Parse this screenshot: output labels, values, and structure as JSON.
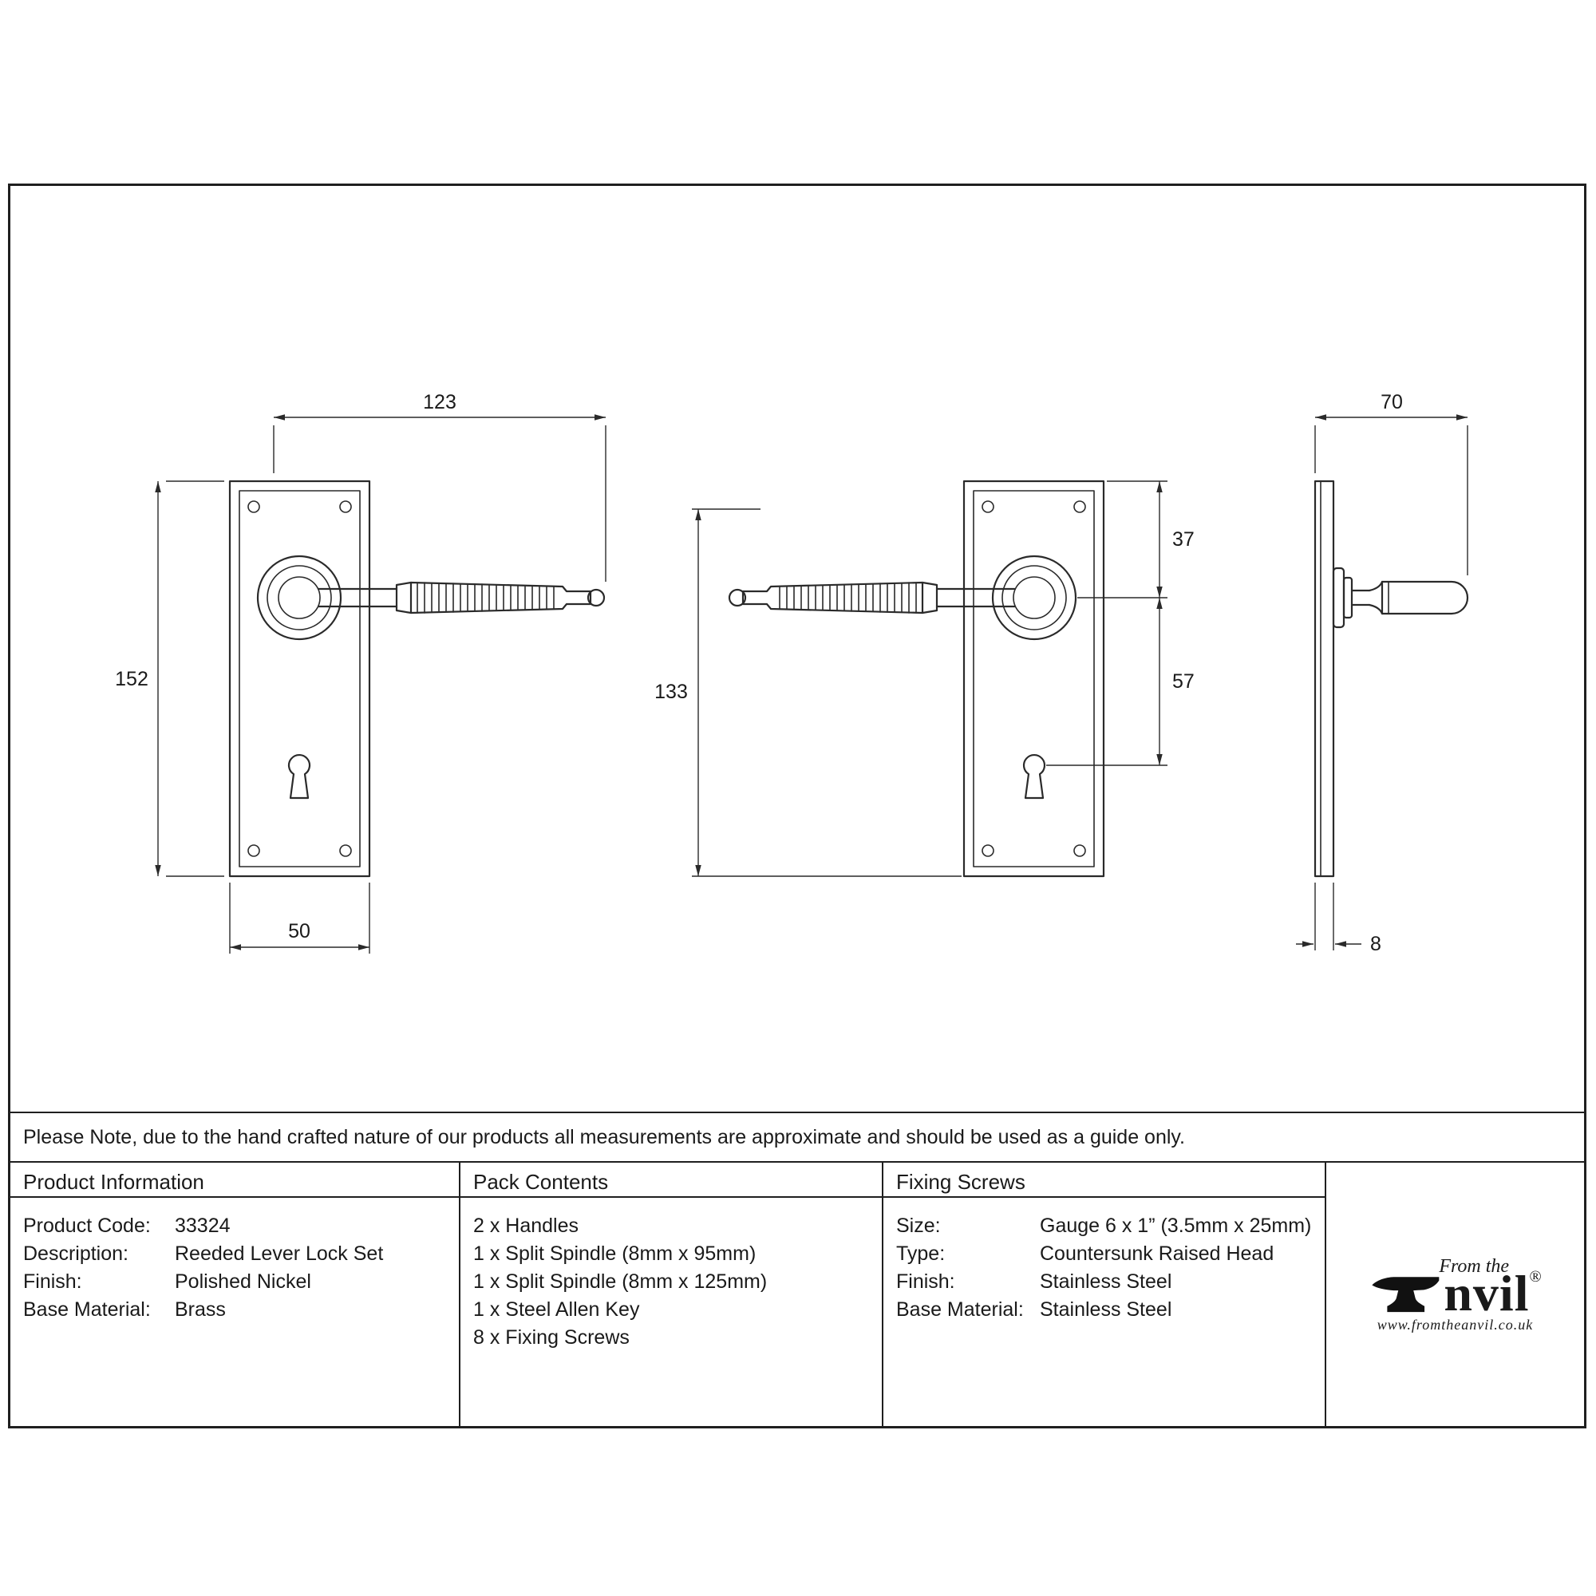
{
  "note": "Please Note, due to the hand crafted nature of our products all measurements are approximate and should be used as a guide only.",
  "drawing": {
    "front": {
      "overall_width": "123",
      "plate_height": "152",
      "plate_width": "50"
    },
    "back": {
      "overall_height": "133",
      "plate_top_to_spindle": "37",
      "spindle_to_keyhole": "57"
    },
    "side": {
      "projection": "70",
      "plate_thickness": "8"
    }
  },
  "table": {
    "product_information": {
      "header": "Product Information",
      "rows": [
        {
          "label": "Product Code:",
          "value": "33324"
        },
        {
          "label": "Description:",
          "value": "Reeded Lever Lock Set"
        },
        {
          "label": "Finish:",
          "value": "Polished Nickel"
        },
        {
          "label": "Base Material:",
          "value": "Brass"
        }
      ]
    },
    "pack_contents": {
      "header": "Pack Contents",
      "items": [
        "2 x Handles",
        "1 x Split Spindle (8mm x 95mm)",
        "1 x Split Spindle (8mm x 125mm)",
        "1 x Steel Allen Key",
        "8 x Fixing Screws"
      ]
    },
    "fixing_screws": {
      "header": "Fixing Screws",
      "rows": [
        {
          "label": "Size:",
          "value": "Gauge 6 x 1” (3.5mm x 25mm)"
        },
        {
          "label": "Type:",
          "value": "Countersunk Raised Head"
        },
        {
          "label": "Finish:",
          "value": "Stainless Steel"
        },
        {
          "label": "Base Material:",
          "value": "Stainless Steel"
        }
      ]
    }
  },
  "logo": {
    "tagline": "From the",
    "brand_suffix": "nvil",
    "registered_mark": "®",
    "website": "www.fromtheanvil.co.uk"
  }
}
